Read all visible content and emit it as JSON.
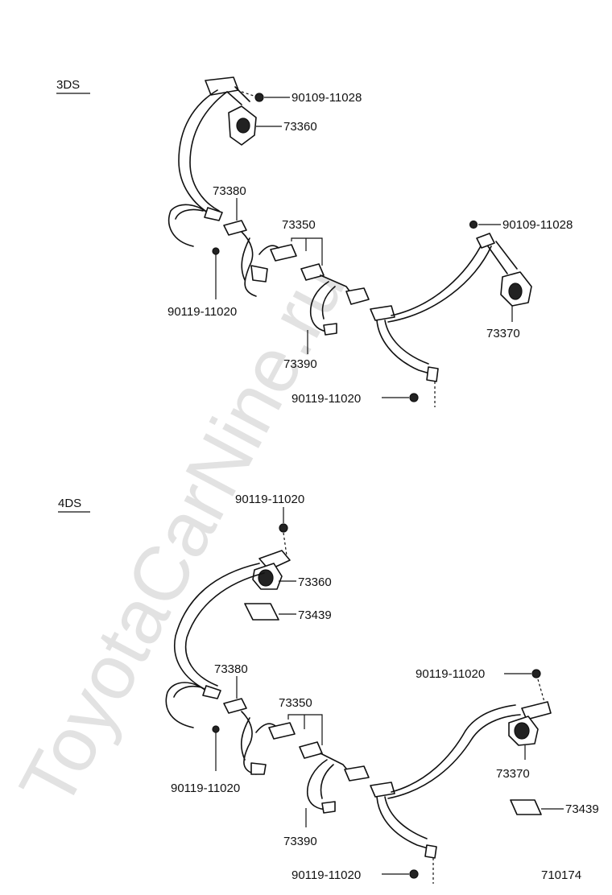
{
  "watermark": "ToyotaCarNine.ru",
  "figure_id": "710174",
  "sections": [
    {
      "name": "3DS",
      "labels": {
        "bolt_top": "90109-11028",
        "retractor_top": "73360",
        "buckle_left": "73380",
        "buckle_center": "73350",
        "bolt_left": "90119-11020",
        "buckle_lower": "73390",
        "bolt_right_top": "90109-11028",
        "retractor_right": "73370",
        "bolt_bottom": "90119-11020"
      }
    },
    {
      "name": "4DS",
      "labels": {
        "bolt_top": "90119-11020",
        "retractor_top": "73360",
        "cover_top": "73439",
        "buckle_left": "73380",
        "buckle_center": "73350",
        "bolt_left": "90119-11020",
        "buckle_lower": "73390",
        "bolt_right_top": "90119-11020",
        "retractor_right": "73370",
        "cover_right": "73439",
        "bolt_bottom": "90119-11020"
      }
    }
  ]
}
